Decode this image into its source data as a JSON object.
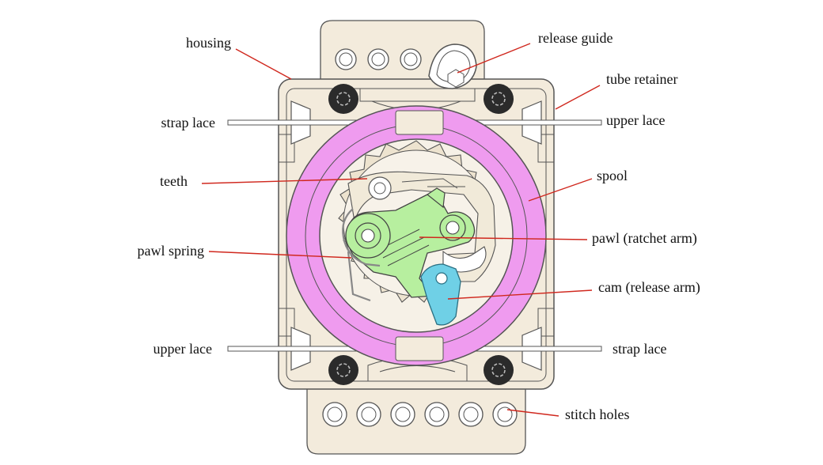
{
  "labels": {
    "housing": "housing",
    "release_guide": "release guide",
    "tube_retainer": "tube retainer",
    "strap_lace_left": "strap lace",
    "upper_lace_right": "upper lace",
    "teeth": "teeth",
    "spool": "spool",
    "pawl_spring": "pawl spring",
    "pawl": "pawl (ratchet arm)",
    "cam": "cam (release arm)",
    "upper_lace_left": "upper lace",
    "strap_lace_right": "strap lace",
    "stitch_holes": "stitch holes"
  },
  "colors": {
    "housing": "#f3ebdc",
    "housing_stroke": "#555555",
    "spool": "#ef9bef",
    "pawl": "#b7ef9f",
    "cam": "#6fd0e6",
    "leader": "#d0281e",
    "screw": "#2b2b2b"
  }
}
